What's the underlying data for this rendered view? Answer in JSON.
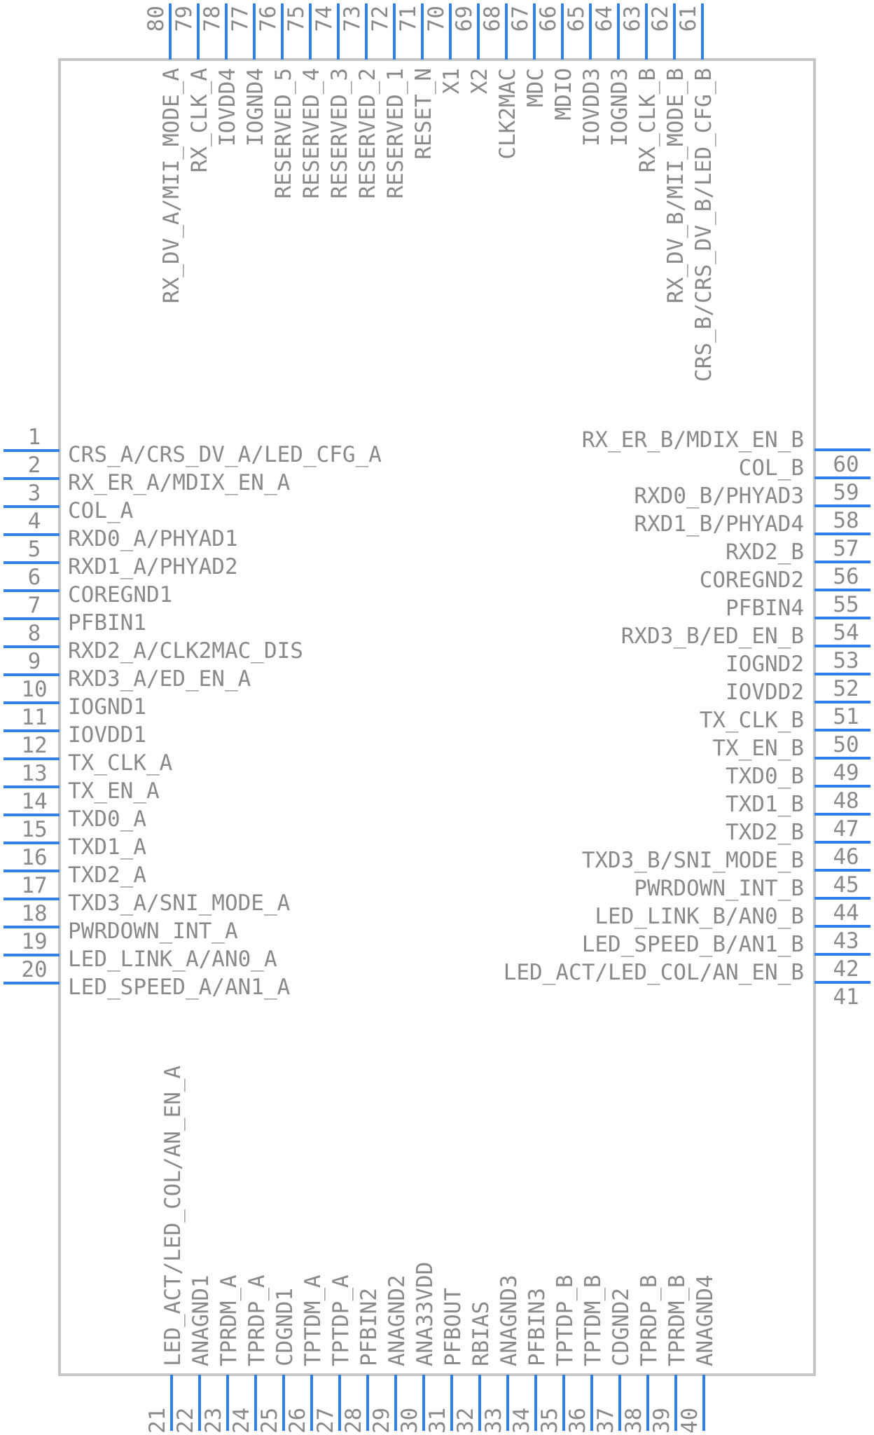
{
  "colors": {
    "pin_line": "#2f7fe6",
    "text": "#8a8a8a",
    "body_outline": "#c6c6c6",
    "background": "#ffffff"
  },
  "left_pins": [
    {
      "num": "1",
      "name": "CRS_A/CRS_DV_A/LED_CFG_A"
    },
    {
      "num": "2",
      "name": "RX_ER_A/MDIX_EN_A"
    },
    {
      "num": "3",
      "name": "COL_A"
    },
    {
      "num": "4",
      "name": "RXD0_A/PHYAD1"
    },
    {
      "num": "5",
      "name": "RXD1_A/PHYAD2"
    },
    {
      "num": "6",
      "name": "COREGND1"
    },
    {
      "num": "7",
      "name": "PFBIN1"
    },
    {
      "num": "8",
      "name": "RXD2_A/CLK2MAC_DIS"
    },
    {
      "num": "9",
      "name": "RXD3_A/ED_EN_A"
    },
    {
      "num": "10",
      "name": "IOGND1"
    },
    {
      "num": "11",
      "name": "IOVDD1"
    },
    {
      "num": "12",
      "name": "TX_CLK_A"
    },
    {
      "num": "13",
      "name": "TX_EN_A"
    },
    {
      "num": "14",
      "name": "TXD0_A"
    },
    {
      "num": "15",
      "name": "TXD1_A"
    },
    {
      "num": "16",
      "name": "TXD2_A"
    },
    {
      "num": "17",
      "name": "TXD3_A/SNI_MODE_A"
    },
    {
      "num": "18",
      "name": "PWRDOWN_INT_A"
    },
    {
      "num": "19",
      "name": "LED_LINK_A/AN0_A"
    },
    {
      "num": "20",
      "name": "LED_SPEED_A/AN1_A"
    }
  ],
  "bottom_pins": [
    {
      "num": "21",
      "name": "LED_ACT/LED_COL/AN_EN_A"
    },
    {
      "num": "22",
      "name": "ANAGND1"
    },
    {
      "num": "23",
      "name": "TPRDM_A"
    },
    {
      "num": "24",
      "name": "TPRDP_A"
    },
    {
      "num": "25",
      "name": "CDGND1"
    },
    {
      "num": "26",
      "name": "TPTDM_A"
    },
    {
      "num": "27",
      "name": "TPTDP_A"
    },
    {
      "num": "28",
      "name": "PFBIN2"
    },
    {
      "num": "29",
      "name": "ANAGND2"
    },
    {
      "num": "30",
      "name": "ANA33VDD"
    },
    {
      "num": "31",
      "name": "PFBOUT"
    },
    {
      "num": "32",
      "name": "RBIAS"
    },
    {
      "num": "33",
      "name": "ANAGND3"
    },
    {
      "num": "34",
      "name": "PFBIN3"
    },
    {
      "num": "35",
      "name": "TPTDP_B"
    },
    {
      "num": "36",
      "name": "TPTDM_B"
    },
    {
      "num": "37",
      "name": "CDGND2"
    },
    {
      "num": "38",
      "name": "TPRDP_B"
    },
    {
      "num": "39",
      "name": "TPRDM_B"
    },
    {
      "num": "40",
      "name": "ANAGND4"
    }
  ],
  "right_pins": [
    {
      "num": "41",
      "name": "LED_ACT/LED_COL/AN_EN_B"
    },
    {
      "num": "42",
      "name": "LED_SPEED_B/AN1_B"
    },
    {
      "num": "43",
      "name": "LED_LINK_B/AN0_B"
    },
    {
      "num": "44",
      "name": "PWRDOWN_INT_B"
    },
    {
      "num": "45",
      "name": "TXD3_B/SNI_MODE_B"
    },
    {
      "num": "46",
      "name": "TXD2_B"
    },
    {
      "num": "47",
      "name": "TXD1_B"
    },
    {
      "num": "48",
      "name": "TXD0_B"
    },
    {
      "num": "49",
      "name": "TX_EN_B"
    },
    {
      "num": "50",
      "name": "TX_CLK_B"
    },
    {
      "num": "51",
      "name": "IOVDD2"
    },
    {
      "num": "52",
      "name": "IOGND2"
    },
    {
      "num": "53",
      "name": "RXD3_B/ED_EN_B"
    },
    {
      "num": "54",
      "name": "PFBIN4"
    },
    {
      "num": "55",
      "name": "COREGND2"
    },
    {
      "num": "56",
      "name": "RXD2_B"
    },
    {
      "num": "57",
      "name": "RXD1_B/PHYAD4"
    },
    {
      "num": "58",
      "name": "RXD0_B/PHYAD3"
    },
    {
      "num": "59",
      "name": "COL_B"
    },
    {
      "num": "60",
      "name": "RX_ER_B/MDIX_EN_B"
    }
  ],
  "top_pins": [
    {
      "num": "61",
      "name": "CRS_B/CRS_DV_B/LED_CFG_B"
    },
    {
      "num": "62",
      "name": "RX_DV_B/MII_MODE_B"
    },
    {
      "num": "63",
      "name": "RX_CLK_B"
    },
    {
      "num": "64",
      "name": "IOGND3"
    },
    {
      "num": "65",
      "name": "IOVDD3"
    },
    {
      "num": "66",
      "name": "MDIO"
    },
    {
      "num": "67",
      "name": "MDC"
    },
    {
      "num": "68",
      "name": "CLK2MAC"
    },
    {
      "num": "69",
      "name": "X2"
    },
    {
      "num": "70",
      "name": "X1"
    },
    {
      "num": "71",
      "name": "RESET_N"
    },
    {
      "num": "72",
      "name": "RESERVED_1"
    },
    {
      "num": "73",
      "name": "RESERVED_2"
    },
    {
      "num": "74",
      "name": "RESERVED_3"
    },
    {
      "num": "75",
      "name": "RESERVED_4"
    },
    {
      "num": "76",
      "name": "RESERVED_5"
    },
    {
      "num": "77",
      "name": "IOGND4"
    },
    {
      "num": "78",
      "name": "IOVDD4"
    },
    {
      "num": "79",
      "name": "RX_CLK_A"
    },
    {
      "num": "80",
      "name": "RX_DV_A/MII_MODE_A"
    }
  ]
}
